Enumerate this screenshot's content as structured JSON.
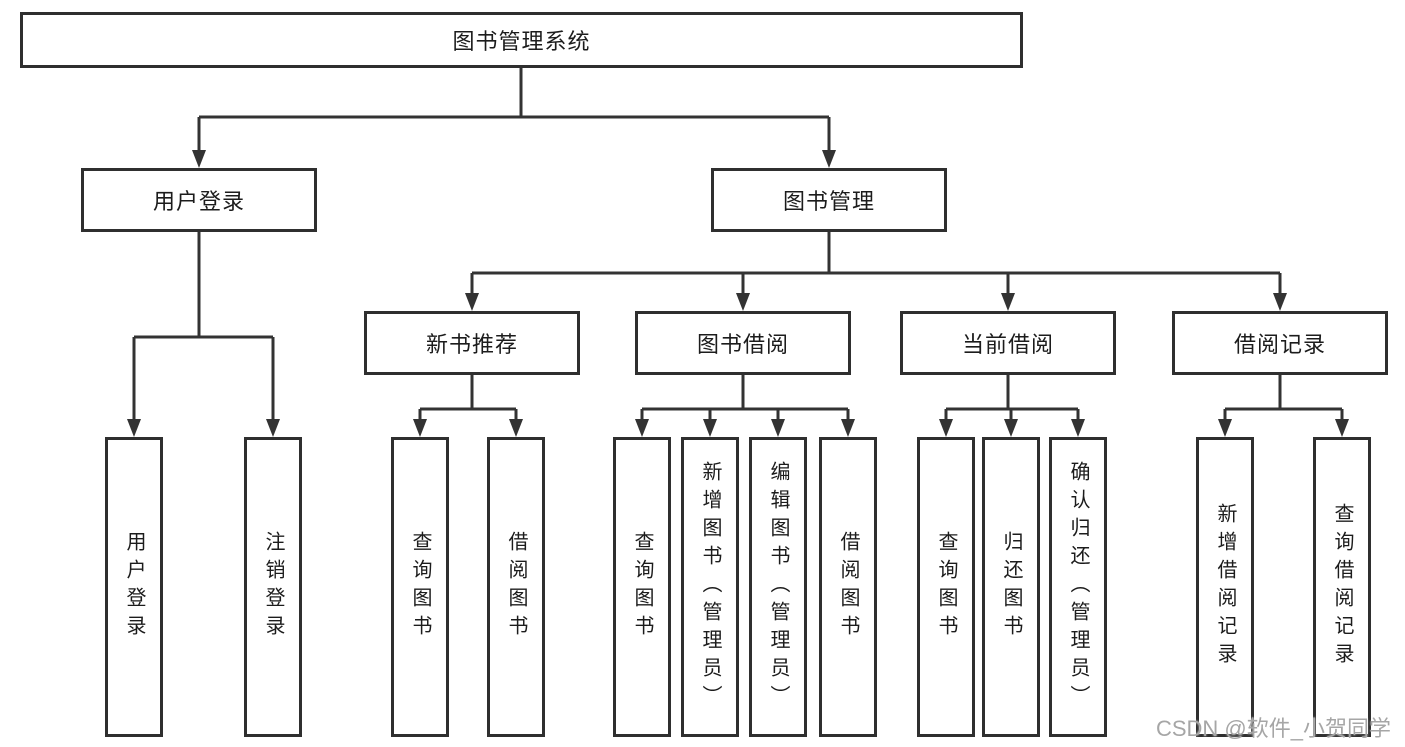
{
  "diagram": {
    "title": "图书管理系统",
    "level2": {
      "user_login": "用户登录",
      "book_mgmt": "图书管理"
    },
    "level3": {
      "new_books": "新书推荐",
      "borrowing": "图书借阅",
      "current": "当前借阅",
      "records": "借阅记录"
    },
    "leaves": {
      "user_login": [
        "用户登录",
        "注销登录"
      ],
      "new_books": [
        "查询图书",
        "借阅图书"
      ],
      "borrowing": [
        "查询图书",
        "新增图书（管理员）",
        "编辑图书（管理员）",
        "借阅图书"
      ],
      "current": [
        "查询图书",
        "归还图书",
        "确认归还（管理员）"
      ],
      "records": [
        "新增借阅记录",
        "查询借阅记录"
      ]
    },
    "watermark": "CSDN @软件_小贺同学",
    "colors": {
      "line": "#333333",
      "border": "#2f2f2f",
      "text": "#1c1c1c",
      "watermark": "#a6a6a6",
      "background": "#ffffff"
    }
  }
}
